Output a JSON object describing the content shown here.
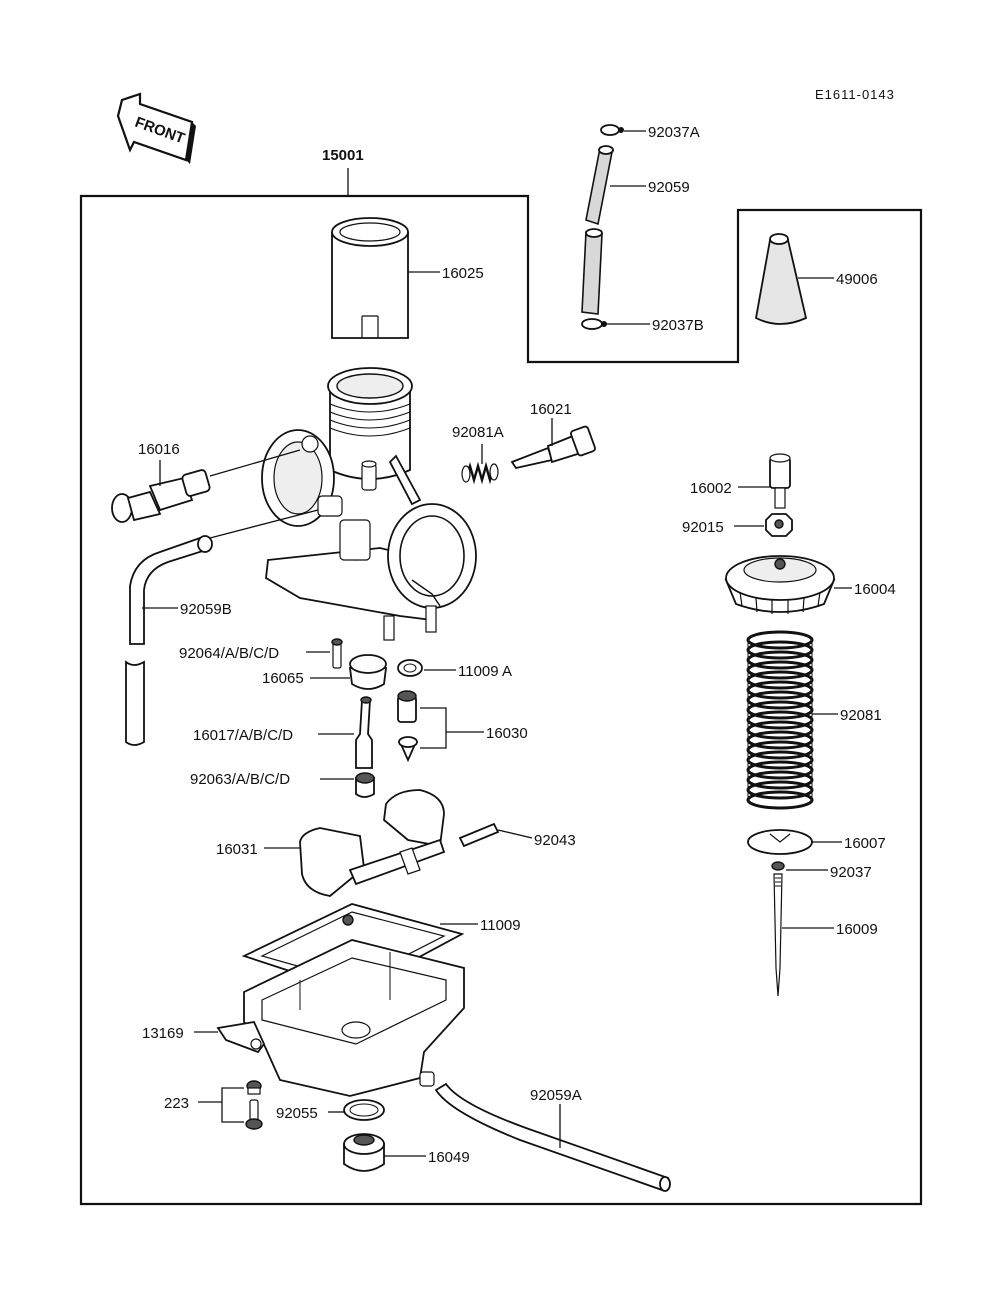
{
  "diagram_code": "E1611-0143",
  "front_label": "FRONT",
  "assembly_number": "15001",
  "parts": {
    "p92037A": "92037A",
    "p92059": "92059",
    "p92037B": "92037B",
    "p16025": "16025",
    "p49006": "49006",
    "p16021": "16021",
    "p92081A": "92081A",
    "p16016": "16016",
    "p16002": "16002",
    "p92015": "92015",
    "p16004": "16004",
    "p92059B": "92059B",
    "p92064": "92064/A/B/C/D",
    "p16065": "16065",
    "p11009A": "11009 A",
    "p16017": "16017/A/B/C/D",
    "p16030": "16030",
    "p92081": "92081",
    "p92063": "92063/A/B/C/D",
    "p92043": "92043",
    "p16031": "16031",
    "p16007": "16007",
    "p92037": "92037",
    "p11009": "11009",
    "p16009": "16009",
    "p13169": "13169",
    "p92059A": "92059A",
    "p223": "223",
    "p92055": "92055",
    "p16049": "16049"
  }
}
